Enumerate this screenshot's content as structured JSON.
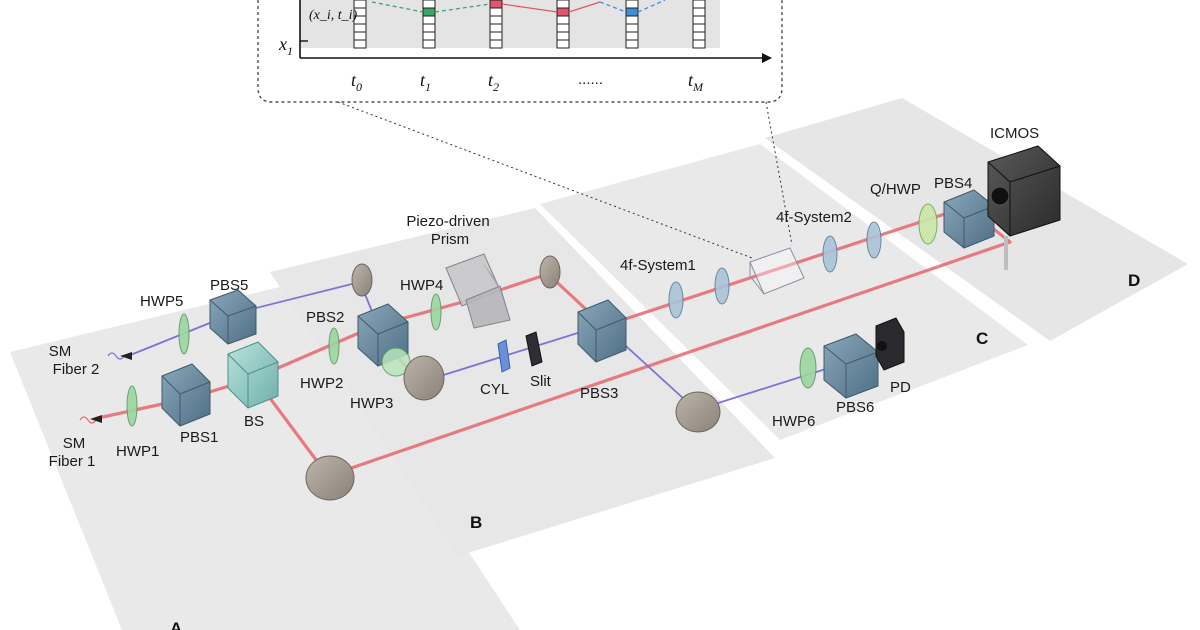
{
  "inset": {
    "point_label": "(x_i, t_i)",
    "y_label": "x",
    "y_label_sub": "1",
    "time_ticks": [
      {
        "base": "t",
        "sub": "0"
      },
      {
        "base": "t",
        "sub": "1"
      },
      {
        "base": "t",
        "sub": "2"
      },
      {
        "base": "t",
        "sub": "M"
      }
    ],
    "ellipsis": "......"
  },
  "panels": {
    "A": "A",
    "B": "B",
    "C": "C",
    "D": "D"
  },
  "components": {
    "sm_fiber2": [
      "SM",
      "Fiber 2"
    ],
    "sm_fiber1": [
      "SM",
      "Fiber 1"
    ],
    "hwp1": "HWP1",
    "hwp2": "HWP2",
    "hwp3": "HWP3",
    "hwp4": "HWP4",
    "hwp5": "HWP5",
    "hwp6": "HWP6",
    "pbs1": "PBS1",
    "pbs2": "PBS2",
    "pbs3": "PBS3",
    "pbs4": "PBS4",
    "pbs5": "PBS5",
    "pbs6": "PBS6",
    "bs": "BS",
    "cyl": "CYL",
    "slit": "Slit",
    "piezo_prism": [
      "Piezo-driven",
      "Prism"
    ],
    "fourf1": "4f-System1",
    "fourf2": "4f-System2",
    "qhwp": "Q/HWP",
    "icmos": "ICMOS",
    "pd": "PD"
  },
  "colors": {
    "red_beam": "#e8666f",
    "blue_beam": "#7b74d6",
    "panel": "#e9e9e9",
    "crystal": "#6f8fa3",
    "mirror": "#a79e94",
    "plate": "#9bd6a0"
  }
}
